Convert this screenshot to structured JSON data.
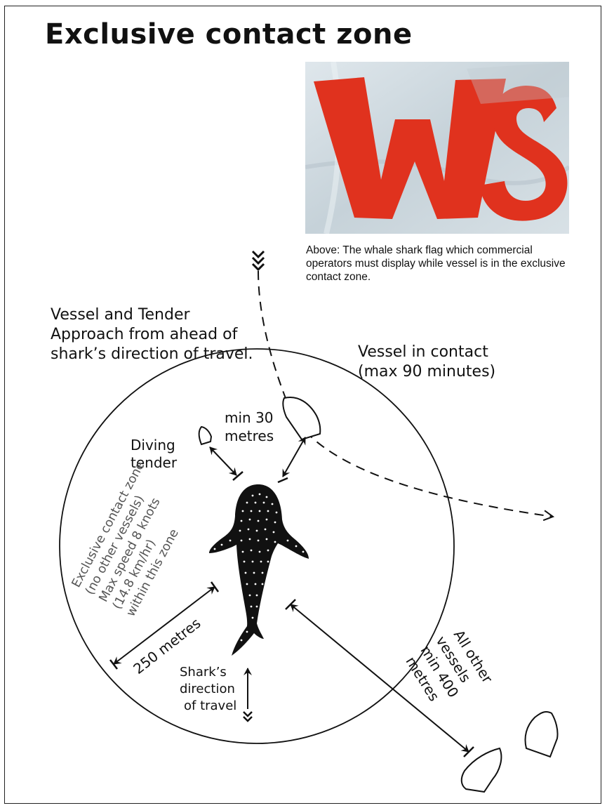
{
  "title": "Exclusive contact zone",
  "flag": {
    "letters": "WS",
    "caption": "Above: The whale shark flag which commercial operators must display while vessel is in the exclusive contact zone."
  },
  "labels": {
    "approach": [
      "Vessel and Tender",
      "Approach from ahead of",
      "shark’s direction of travel."
    ],
    "vessel_contact": [
      "Vessel in contact",
      "(max 90 minutes)"
    ],
    "min30": [
      "min 30",
      "metres"
    ],
    "diving_tender": [
      "Diving",
      "tender"
    ],
    "zone_text": [
      "Exclusive contact zone",
      "(no other vessels)",
      "Max speed 8 knots",
      "(14.8 km/hr)",
      "within this zone"
    ],
    "radius": "250 metres",
    "shark_direction": [
      "Shark’s",
      "direction",
      "of travel"
    ],
    "other_vessels": [
      "All other",
      "vessels",
      "min 400",
      "metres"
    ]
  },
  "colors": {
    "flag_red": "#e0321e",
    "flag_bg": "#cfd9df",
    "shark": "#111111",
    "ink": "#111111",
    "zone_text": "#555555"
  }
}
